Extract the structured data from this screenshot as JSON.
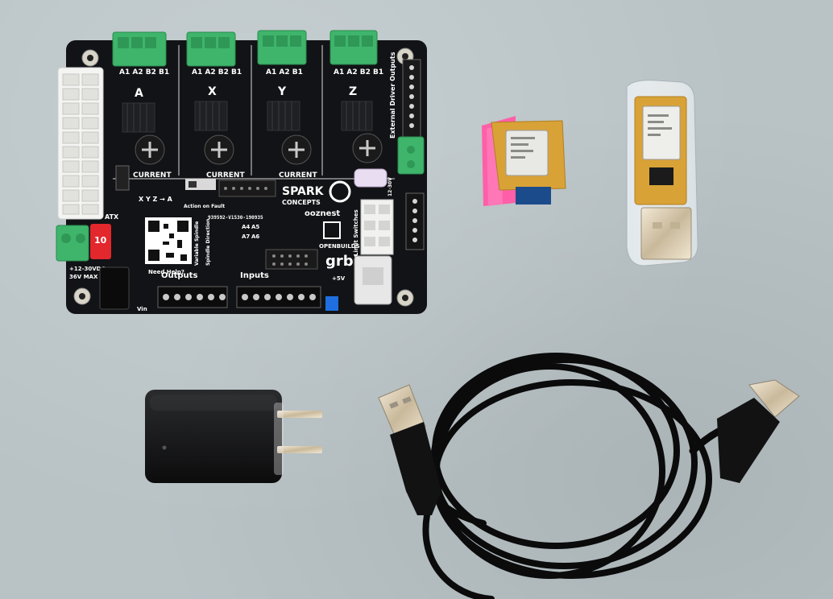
{
  "board": {
    "brand_line1": "SPARK",
    "brand_line2": "CONCEPTS",
    "partner": "ooznest",
    "firmware": "grbl",
    "openbuilds": "OPENBUILDS",
    "axes": [
      "A",
      "X",
      "Y",
      "Z"
    ],
    "pin_labels": [
      "A1 A2 B2 B1",
      "A1 A2 B2 B1",
      "A1 A2 B1",
      "A1 A2 B2 B1"
    ],
    "current_label": "CURRENT",
    "external_outputs": "External Driver Outputs",
    "serial": "939592-V1530-190935",
    "need_help": "Need Help?",
    "outputs_label": "Outputs",
    "inputs_label": "Inputs",
    "limit_switches": "Limit Switches",
    "power_label_1": "+12-30VDC",
    "power_label_2": "36V MAX",
    "atx_label": "ATX",
    "fuse_label": "10",
    "action_on_fault": "Action on Fault",
    "xyz_a": "X Y Z → A",
    "variable_spindle": "Variable Spindle",
    "spindle_direction": "Spindle Direction",
    "plus5v": "+5V",
    "vin": "Vin",
    "analog_pins": [
      "A4",
      "A5",
      "A7",
      "A6"
    ],
    "v12_30": "12-30V"
  },
  "colors": {
    "pcb": "#121316",
    "terminal_green": "#3fb56b",
    "gold_pcb": "#d9a237",
    "pink_foam": "#ff5fa8",
    "background": "#b9c3c6"
  }
}
